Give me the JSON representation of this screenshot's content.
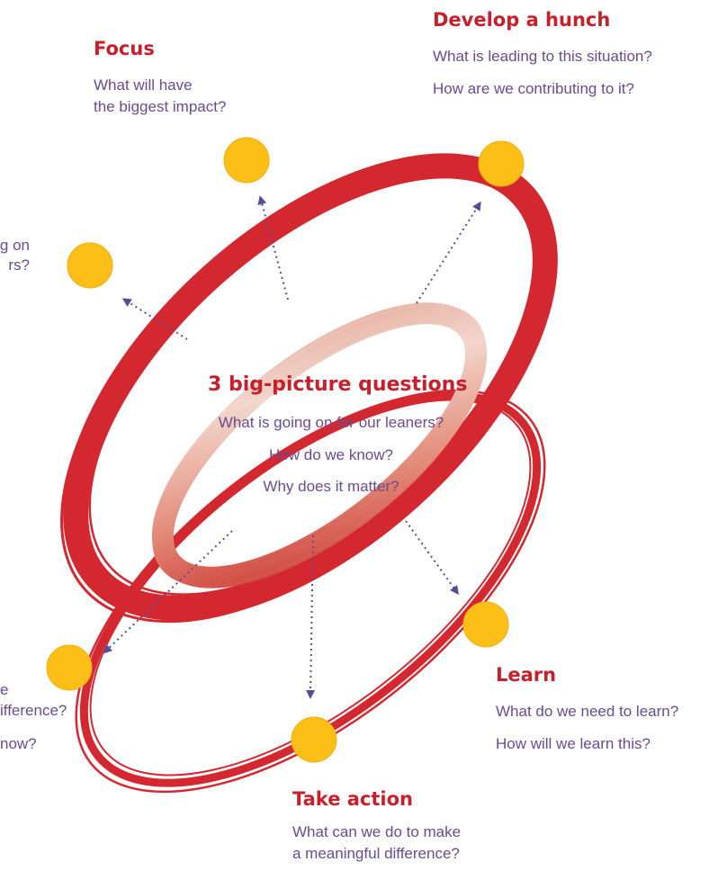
{
  "center": {
    "title": "3 big-picture questions",
    "questions": [
      "What is going on for our leaners?",
      "How do we know?",
      "Why does it matter?"
    ]
  },
  "stages": {
    "develop_hunch": {
      "title": "Develop a hunch",
      "lines": [
        "What is leading to this situation?",
        "How are we contributing to it?"
      ]
    },
    "focus": {
      "title": "Focus",
      "lines": [
        "What will have",
        "the biggest impact?"
      ]
    },
    "left_upper": {
      "lines": [
        "g on",
        "rs?"
      ]
    },
    "left_lower": {
      "lines": [
        "e",
        "ifference?",
        "now?"
      ]
    },
    "learn": {
      "title": "Learn",
      "lines": [
        "What do we need to learn?",
        "How will we learn this?"
      ]
    },
    "take_action": {
      "title": "Take action",
      "lines": [
        "What can we do to make",
        "a meaningful difference?"
      ]
    }
  },
  "colors": {
    "ring": "#d42830",
    "inner_ring": "#e6a08e",
    "node": "#fbbf18",
    "arrow": "#5b4a9a",
    "title": "#c8202a",
    "question": "#6a4a92"
  }
}
